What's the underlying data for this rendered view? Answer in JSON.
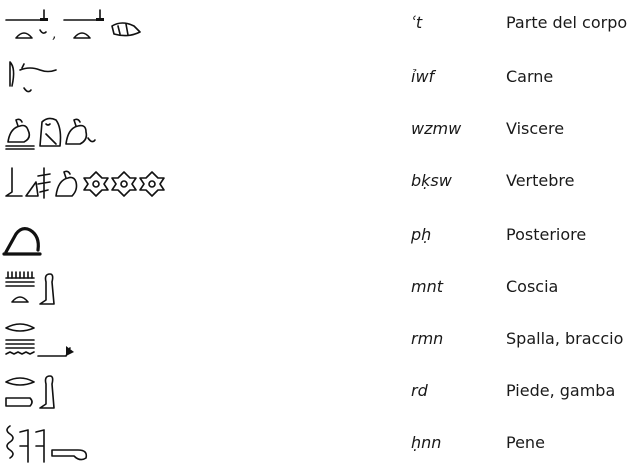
{
  "rows": [
    {
      "translit": "ʿt",
      "meaning": "Parte del corpo",
      "glyph_icon": "hieroglyph-group-at"
    },
    {
      "translit": "ỉwf",
      "meaning": "Carne",
      "glyph_icon": "hieroglyph-group-iwf"
    },
    {
      "translit": "wzmw",
      "meaning": "Viscere",
      "glyph_icon": "hieroglyph-group-wzmw"
    },
    {
      "translit": "bḳsw",
      "meaning": "Vertebre",
      "glyph_icon": "hieroglyph-group-bksw"
    },
    {
      "translit": "pḥ",
      "meaning": "Posteriore",
      "glyph_icon": "hieroglyph-group-ph"
    },
    {
      "translit": "mnt",
      "meaning": "Coscia",
      "glyph_icon": "hieroglyph-group-mnt"
    },
    {
      "translit": "rmn",
      "meaning": "Spalla, braccio",
      "glyph_icon": "hieroglyph-group-rmn"
    },
    {
      "translit": "rd",
      "meaning": "Piede, gamba",
      "glyph_icon": "hieroglyph-group-rd"
    },
    {
      "translit": "ḥnn",
      "meaning": "Pene",
      "glyph_icon": "hieroglyph-group-hnn"
    }
  ]
}
